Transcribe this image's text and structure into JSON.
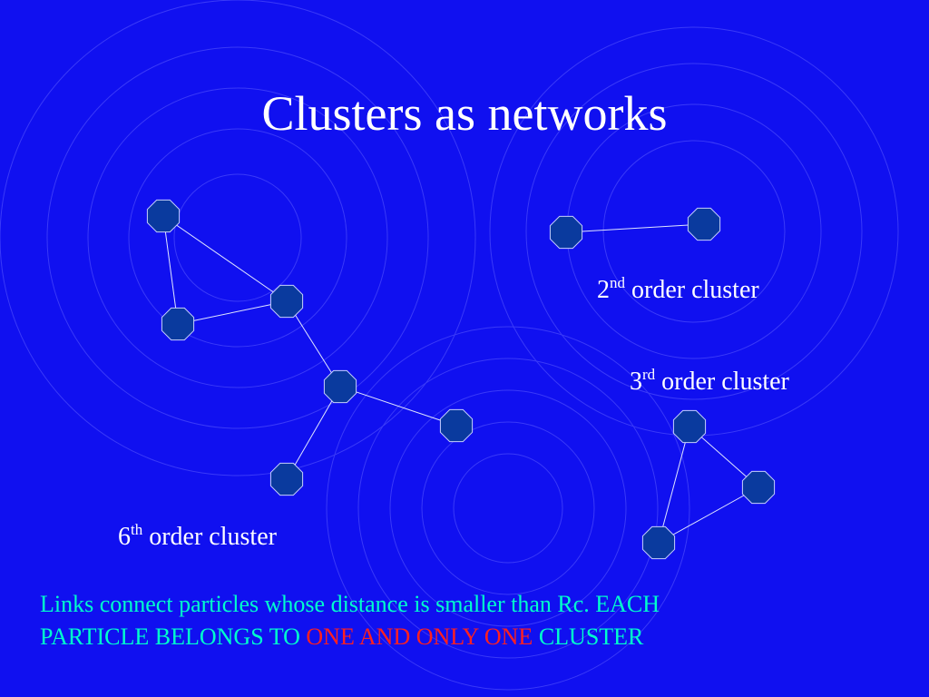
{
  "slide": {
    "title": "Clusters as networks",
    "colors": {
      "background": "#1010f0",
      "particle_fill": "#0a3a9e",
      "particle_stroke": "#c8d0ff",
      "link": "#e0e6ff",
      "text": "#ffffff",
      "note": "#00ffcc",
      "highlight": "#ff2020"
    },
    "labels": {
      "second": {
        "number": "2",
        "suffix": "nd",
        "text": "order cluster"
      },
      "third": {
        "number": "3",
        "suffix": "rd",
        "text": "order cluster"
      },
      "sixth": {
        "number": "6",
        "suffix": "th",
        "text": "order cluster"
      }
    },
    "note": {
      "line1": "Links connect particles whose distance is smaller than Rc. EACH",
      "line2_start": "PARTICLE BELONGS TO ",
      "line2_highlight": "ONE AND ONLY ONE",
      "line2_end": " CLUSTER"
    }
  }
}
